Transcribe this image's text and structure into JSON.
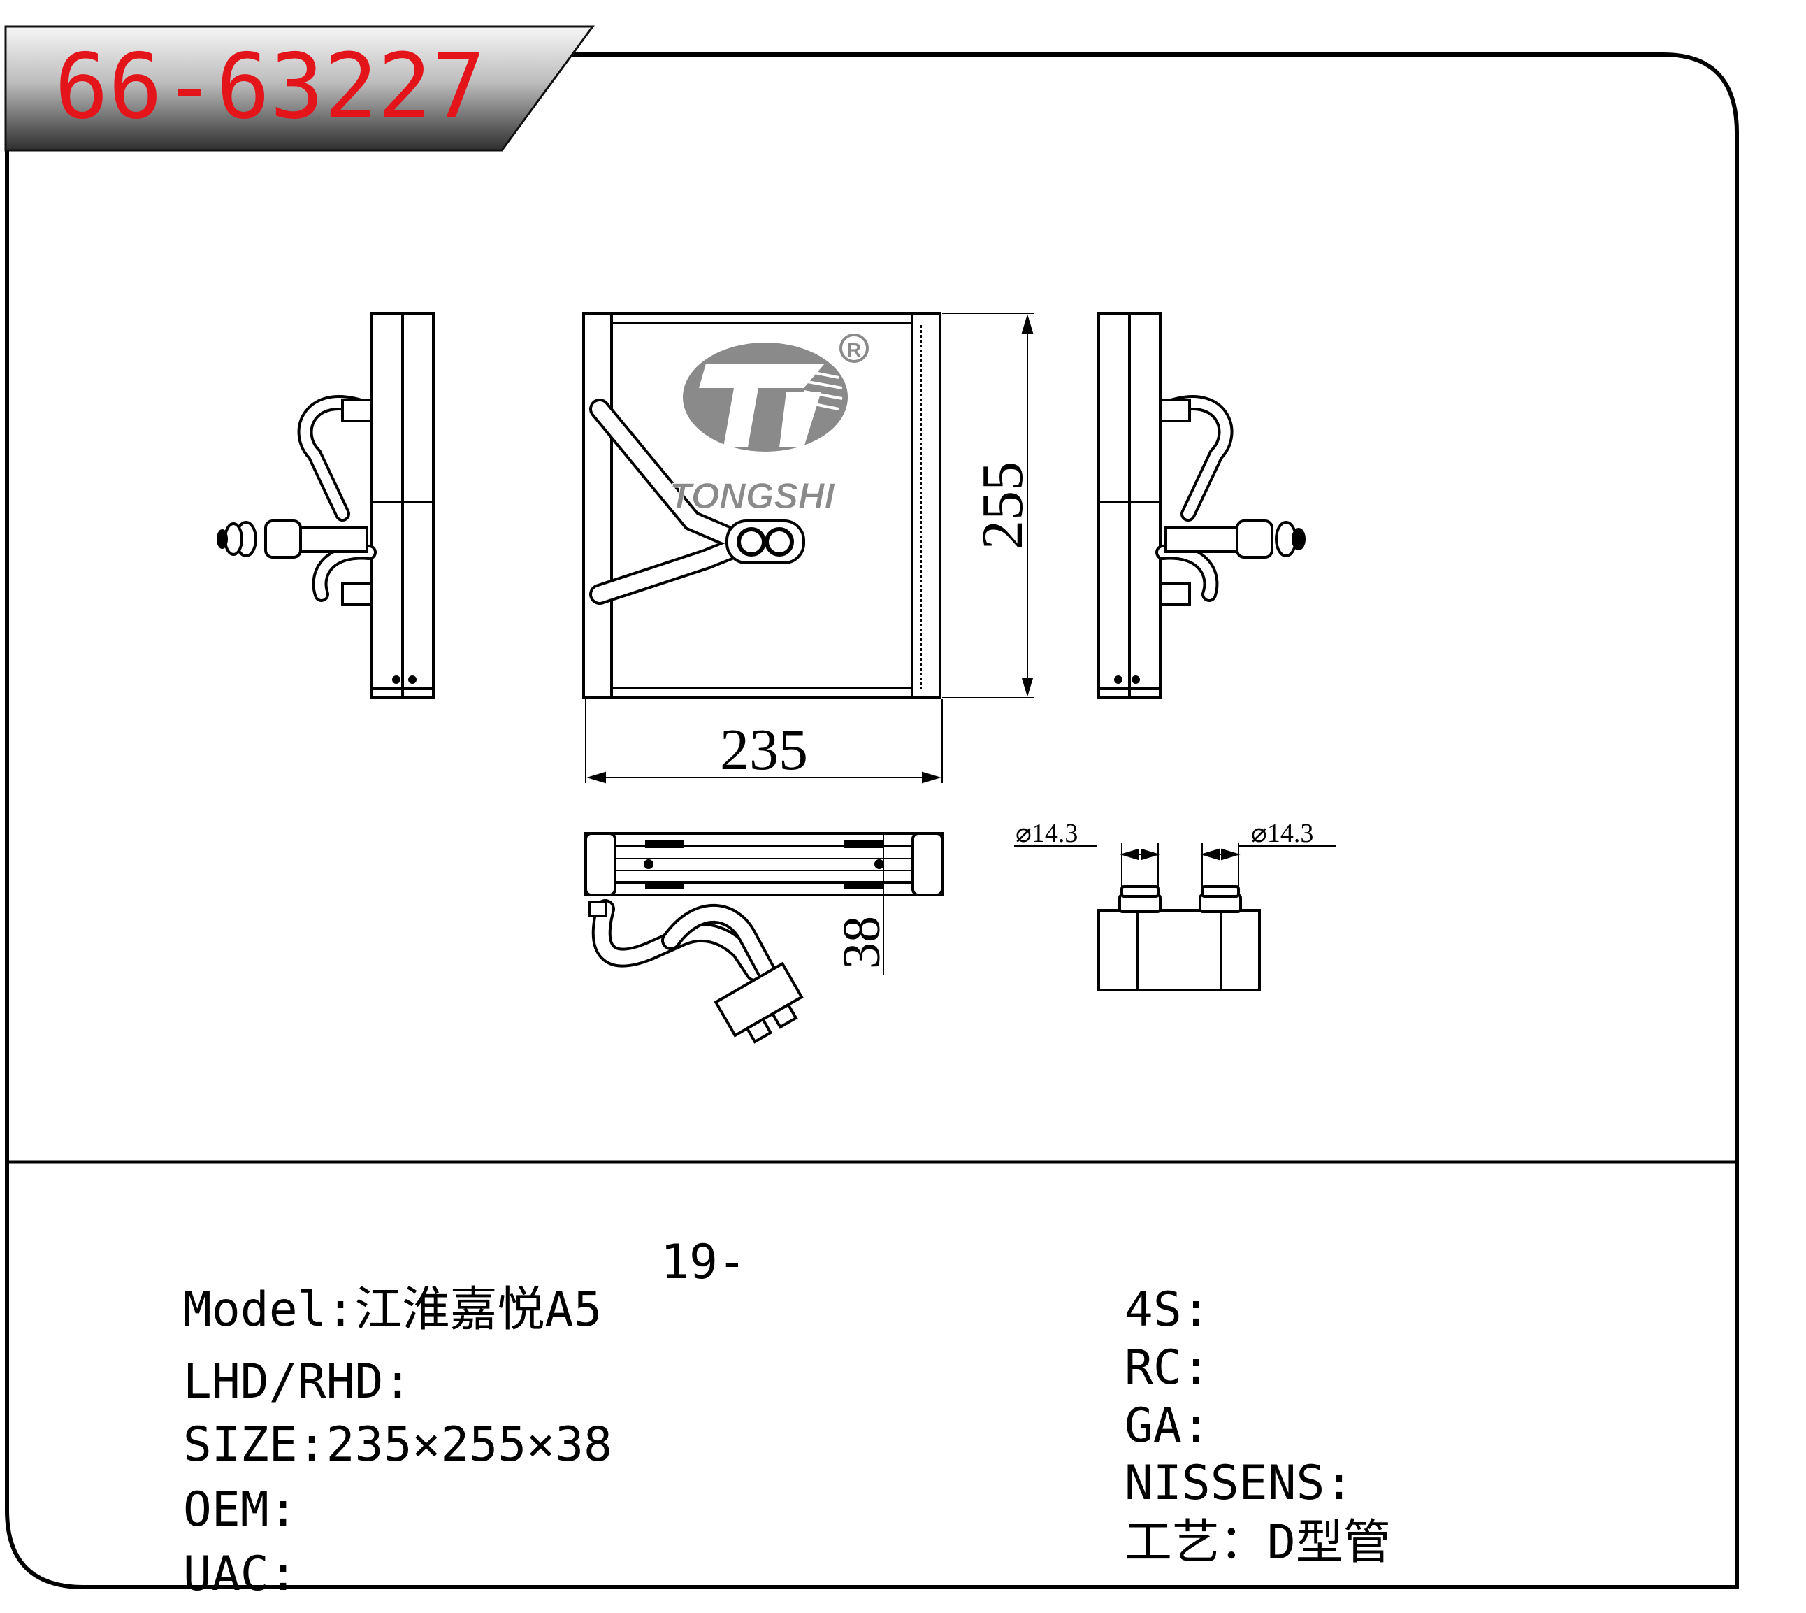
{
  "part_code": "66-63227",
  "brand": {
    "name": "TONGSHI",
    "registered_mark": "R"
  },
  "dimensions": {
    "width": "235",
    "height": "255",
    "depth": "38",
    "pipe_left": "⌀14.3",
    "pipe_right": "⌀14.3"
  },
  "specs_left": [
    {
      "label": "Model:",
      "value": "江淮嘉悦A5",
      "extra": "19-"
    },
    {
      "label": "LHD/RHD:",
      "value": "",
      "extra": ""
    },
    {
      "label": "SIZE:",
      "value": "235×255×38",
      "extra": ""
    },
    {
      "label": "OEM:",
      "value": "",
      "extra": ""
    },
    {
      "label": "UAC:",
      "value": "",
      "extra": ""
    }
  ],
  "specs_right": [
    {
      "label": "4S:",
      "value": ""
    },
    {
      "label": "RC:",
      "value": ""
    },
    {
      "label": "GA:",
      "value": ""
    },
    {
      "label": "NISSENS:",
      "value": ""
    },
    {
      "label": "工艺：",
      "value": "D型管"
    }
  ],
  "colors": {
    "code_red": "#e4141b",
    "banner_dark": "#3a3a3a",
    "banner_light": "#f4f4f4",
    "logo_gray": "#8a8a8a",
    "line": "#000000"
  }
}
